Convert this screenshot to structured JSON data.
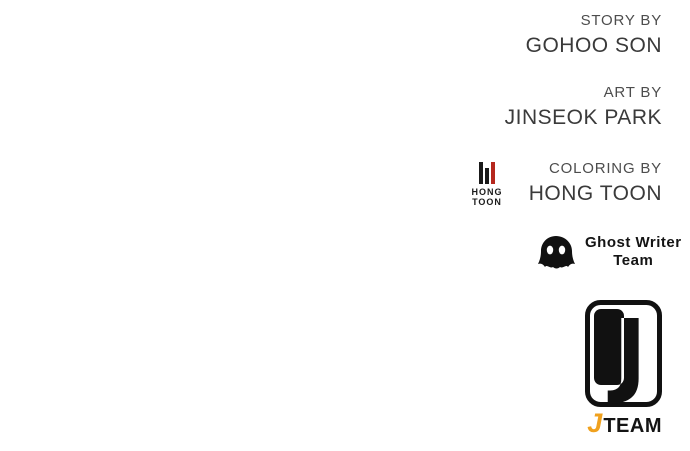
{
  "page": {
    "background": "#ffffff"
  },
  "credits": [
    {
      "role": "STORY BY",
      "name": "GOHOO SON"
    },
    {
      "role": "ART BY",
      "name": "JINSEOK PARK"
    },
    {
      "role": "COLORING BY",
      "name": "HONG TOON"
    }
  ],
  "hong_toon_logo": {
    "word_line1": "HONG",
    "word_line2": "TOON",
    "bar_colors": [
      "#1a1a1a",
      "#1a1a1a",
      "#b5271d"
    ]
  },
  "ghost_writer": {
    "line1": "Ghost Writer",
    "line2": "Team"
  },
  "jteam_logo": {
    "letter": "J",
    "wordmark_j": "J",
    "wordmark_team": "TEAM",
    "j_accent_color": "#f0a11e",
    "box_color": "#111111"
  }
}
